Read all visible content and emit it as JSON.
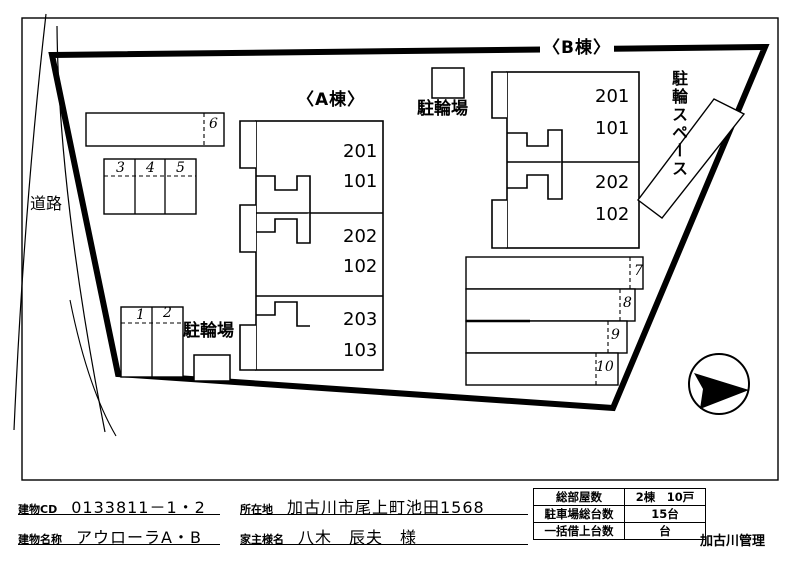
{
  "document": {
    "type": "site-plan",
    "title_a": "〈A棟〉",
    "title_b": "〈B棟〉"
  },
  "site": {
    "road_label": "道路",
    "bicycle_parking_label": "駐輪場",
    "bicycle_space_label": "駐輪スペース",
    "compass": "north-arrow"
  },
  "buildings": [
    {
      "name": "〈A棟〉",
      "units": [
        {
          "upper": "201",
          "lower": "101"
        },
        {
          "upper": "202",
          "lower": "102"
        },
        {
          "upper": "203",
          "lower": "103"
        }
      ]
    },
    {
      "name": "〈B棟〉",
      "units": [
        {
          "upper": "201",
          "lower": "101"
        },
        {
          "upper": "202",
          "lower": "102"
        }
      ]
    }
  ],
  "parking_stalls": [
    {
      "number": "1",
      "group": "lower-left"
    },
    {
      "number": "2",
      "group": "lower-left"
    },
    {
      "number": "3",
      "group": "upper-left"
    },
    {
      "number": "4",
      "group": "upper-left"
    },
    {
      "number": "5",
      "group": "upper-left"
    },
    {
      "number": "6",
      "group": "upper-left-strip"
    },
    {
      "number": "7",
      "group": "right"
    },
    {
      "number": "8",
      "group": "right"
    },
    {
      "number": "9",
      "group": "right"
    },
    {
      "number": "10",
      "group": "right"
    }
  ],
  "form": {
    "building_cd_label": "建物CD",
    "building_cd_value": "0133811－1・2",
    "building_name_label": "建物名称",
    "building_name_value": "アウローラA・B",
    "address_label": "所在地",
    "address_value": "加古川市尾上町池田1568",
    "owner_label": "家主様名",
    "owner_value": "八木　辰夫　様"
  },
  "stats": {
    "rows": [
      {
        "key": "総部屋数",
        "value": "2棟　10戸"
      },
      {
        "key": "駐車場総台数",
        "value": "15台"
      },
      {
        "key": "一括借上台数",
        "value": "台"
      }
    ],
    "manager": "加古川管理"
  },
  "colors": {
    "ink": "#000000",
    "paper": "#ffffff"
  }
}
